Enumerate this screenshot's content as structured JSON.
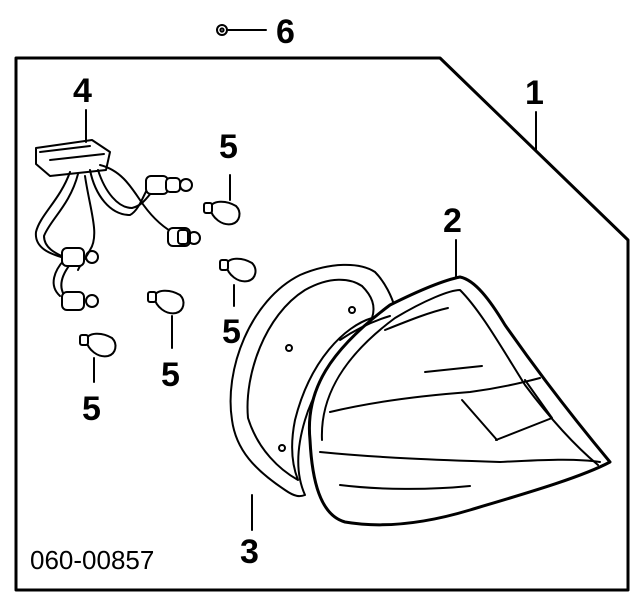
{
  "diagram": {
    "callouts": {
      "c1": "1",
      "c2": "2",
      "c3": "3",
      "c4": "4",
      "c5a": "5",
      "c5b": "5",
      "c5c": "5",
      "c5d": "5",
      "c6": "6"
    },
    "part_code": "060-00857"
  }
}
